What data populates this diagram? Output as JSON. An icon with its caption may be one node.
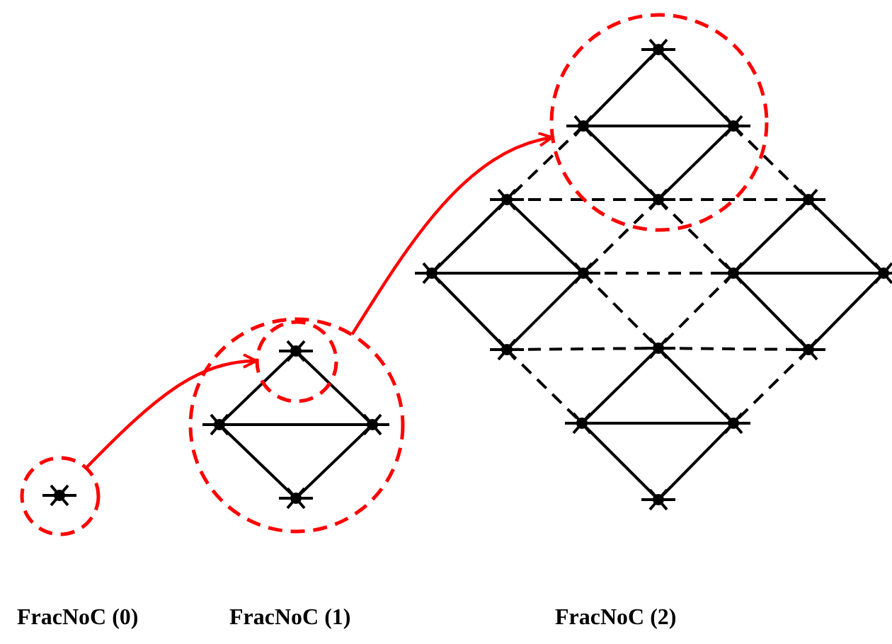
{
  "diagram": {
    "nodes": [
      {
        "text": [],
        "shape": "circle"
      },
      {
        "text": [],
        "shape": "circle"
      },
      {
        "text": [],
        "shape": "circle",
        "in": 1
      },
      {
        "text": [],
        "shape": "circle"
      }
    ],
    "edges": [
      {
        "from": 0,
        "to": 2,
        "arrow": "to"
      },
      {
        "from": 1,
        "to": 3,
        "arrow": "to"
      }
    ],
    "labels": [
      "FracNoC (0)",
      "FracNoC (1)",
      "FracNoC (2)"
    ]
  }
}
